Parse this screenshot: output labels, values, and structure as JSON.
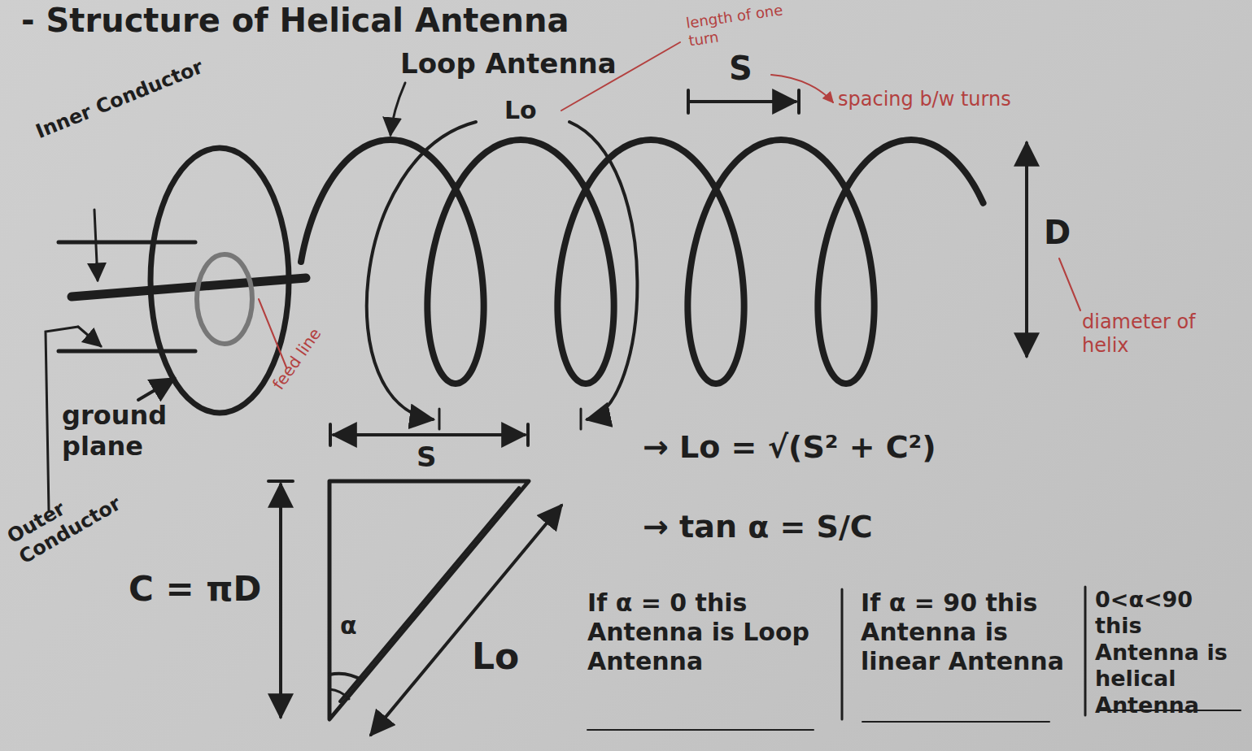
{
  "diagram": {
    "title": "- Structure of Helical Antenna",
    "labels": [
      "Loop Antenna",
      "length of one turn",
      "S",
      "spacing b/w turns",
      "Inner Conductor",
      "Lo",
      "D",
      "diameter of helix",
      "feed line",
      "ground plane",
      "Outer Conductor",
      "S",
      "C = πD",
      "α",
      "Lo",
      "→ Lo = √(S² + C²)",
      "→ tan α = S/C",
      "If α = 0 this Antenna is Loop Antenna",
      "If α = 90 this Antenna is linear Antenna",
      "0<α<90 this Antenna is helical Antenna"
    ]
  }
}
